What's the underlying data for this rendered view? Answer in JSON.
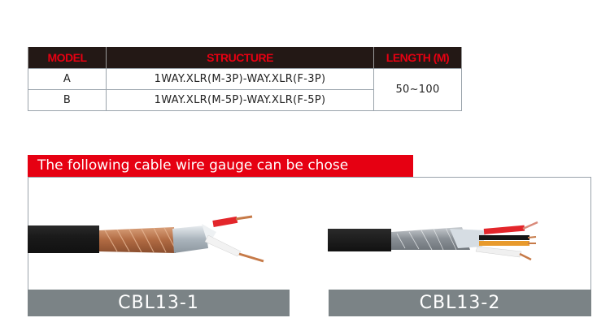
{
  "spec_table": {
    "headers": {
      "model": "MODEL",
      "structure": "STRUCTURE",
      "length": "LENGTH (M)"
    },
    "rows": [
      {
        "model": "A",
        "structure": "1WAY.XLR(M-3P)-WAY.XLR(F-3P)"
      },
      {
        "model": "B",
        "structure": "1WAY.XLR(M-5P)-WAY.XLR(F-5P)"
      }
    ],
    "length_value": "50~100"
  },
  "banner": {
    "text": "The following cable wire gauge can be chose"
  },
  "cables": [
    {
      "label": "CBL13-1",
      "image": "2-core shielded cable (red, white conductors, copper spiral shield)"
    },
    {
      "label": "CBL13-2",
      "image": "4-core shielded cable (red, black, orange, white conductors, braided shield)"
    }
  ],
  "colors": {
    "header_bg": "#231815",
    "header_text": "#e60012",
    "banner_bg": "#e60012",
    "label_bg": "#7b8386",
    "border": "#9aa3ab"
  }
}
